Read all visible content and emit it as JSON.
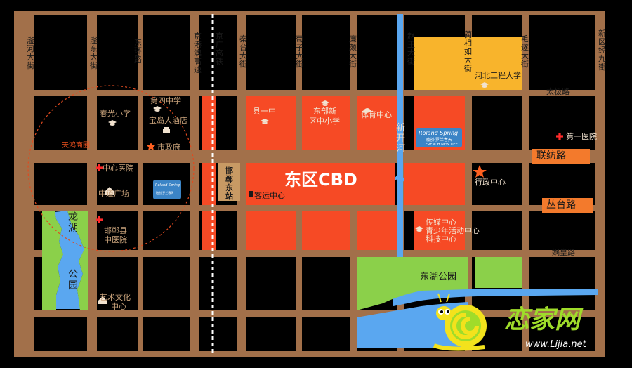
{
  "colors": {
    "background": "#000000",
    "road": "#a2704a",
    "cbd": "#f64a25",
    "park": "#8bd04a",
    "river": "#5aa7f0",
    "university": "#f8b42c",
    "label_white": "#f1e2cf",
    "label_dark": "#1a1a1a",
    "banner": "#f37a2c",
    "tianhong": "#f0511e",
    "cross": "#ff2a2a",
    "star": "#ff6020",
    "railway": "#ffffff"
  },
  "streets": {
    "fuhe": "滏河大街",
    "fudong": "滏东大街",
    "dongbu": "东环路",
    "jinggang": "京港澳高速",
    "jingguang": "京广高铁",
    "qintai": "秦台大街",
    "xunzi": "荀子大街",
    "lianpo": "廉颇大街",
    "zhaowang": "赵王大街",
    "linxiangru": "蔺相如大街",
    "maosui": "毛遂大街",
    "xinqu_jiu": "新区经九街",
    "taiji": "太极路",
    "lianfang": "联纺路",
    "congtai": "丛台路",
    "wahuang": "娲皇路",
    "xinkaihe": "新开河"
  },
  "pois": {
    "cbd": "东区CBD",
    "dongbuxin": "东部新",
    "quzhongxiao": "区中小学",
    "xianyizhong": "县一中",
    "tiyu": "体育中心",
    "keyun": "客运中心",
    "hebei_gongcheng": "河北工程大学",
    "diyi_yiyuan": "第一医院",
    "xingzheng": "行政中心",
    "chuanmei": "传媒中心",
    "qingshaonian": "青少年活动中心",
    "keji": "科技中心",
    "donghu": "东湖公园",
    "longhu_1": "龙",
    "longhu_2": "湖",
    "gongyuan_1": "公",
    "gongyuan_2": "园",
    "chunguang": "春光小学",
    "disi": "第四中学",
    "baodao": "宝岛大酒店",
    "shizhengfu": "市政府",
    "tianhong": "天鸿商圈",
    "zhongxin_yiyuan": "中心医院",
    "zhongdao": "中道广场",
    "handanxian_1": "邯郸县",
    "handanxian_2": "中医院",
    "yishu_1": "艺术文化",
    "yishu_2": "中心",
    "handandong": "邯郸东站"
  },
  "project_sign": {
    "logo": "Roland Spring",
    "cn": "融创·罗兰春天",
    "tag": "FRENCH NEW LIFE"
  },
  "watermark": {
    "text": "恋家网",
    "url": "www.Lijia.net"
  }
}
